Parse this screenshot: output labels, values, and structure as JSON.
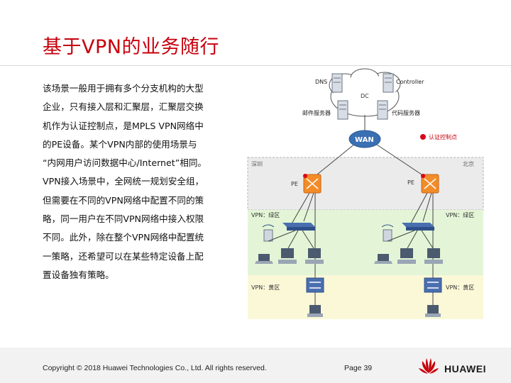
{
  "slide": {
    "title": "基于VPN的业务随行",
    "body_lines": [
      "该场景一般用于拥有多个分支机构的大型",
      "企业，只有接入层和汇聚层，汇聚层交换",
      "机作为认证控制点，是MPLS VPN网络中",
      "的PE设备。某个VPN内部的使用场景与",
      "“内网用户访问数据中心/Internet”相同。",
      "VPN接入场景中，全网统一规划安全组，",
      "但需要在不同的VPN网络中配置不同的策",
      "略，同一用户在不同VPN网络中接入权限",
      "不同。此外，除在整个VPN网络中配置统",
      "一策略，还希望可以在某些特定设备上配",
      "置设备独有策略。"
    ]
  },
  "diagram": {
    "dns_label": "DNS",
    "controller_label": "Controller",
    "dc_label": "DC",
    "mail_server_label": "邮件服务器",
    "proxy_server_label": "代码服务器",
    "wan_label": "WAN",
    "auth_point_label": "认证控制点",
    "site_left_label": "深圳",
    "site_right_label": "北京",
    "pe_left_label": "PE",
    "pe_right_label": "PE",
    "vpn_green_left": "VPN：绿区",
    "vpn_green_right": "VPN：绿区",
    "vpn_yellow_left": "VPN：黄区",
    "vpn_yellow_right": "VPN：黄区",
    "colors": {
      "accent_red": "#c7000b",
      "gray_zone": "#ebebeb",
      "green_zone": "#e3f5d6",
      "yellow_zone": "#fbf8d8",
      "wan_blue": "#3a70b3",
      "pe_orange": "#f28c28"
    }
  },
  "footer": {
    "copyright": "Copyright © 2018 Huawei Technologies Co., Ltd. All rights reserved.",
    "page": "Page 39",
    "logo_text": "HUAWEI"
  }
}
